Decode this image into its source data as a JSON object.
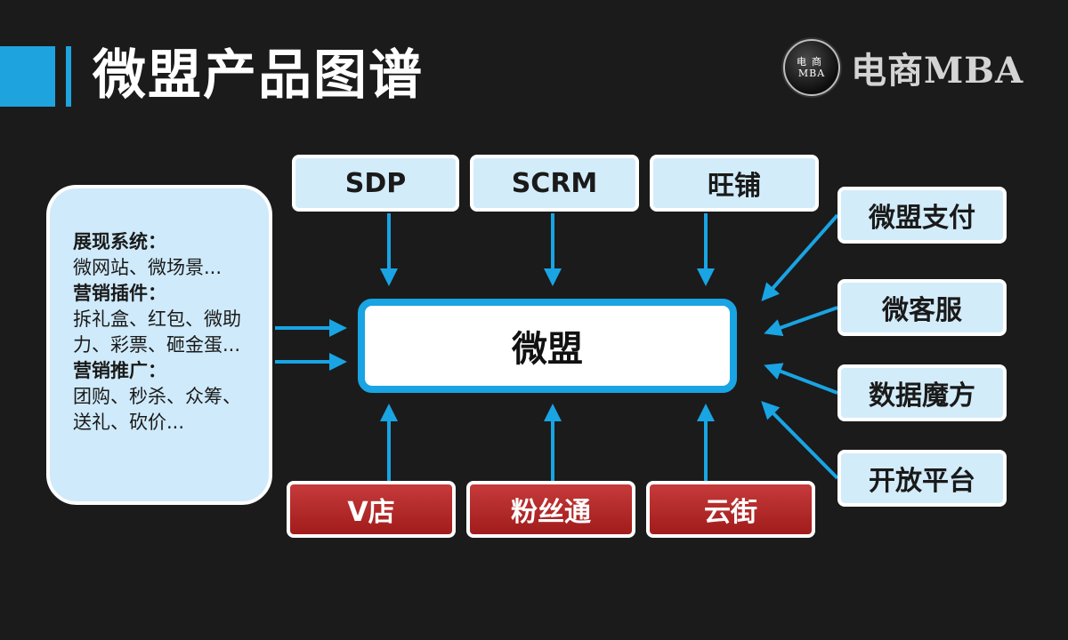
{
  "title": "微盟产品图谱",
  "logo": {
    "circle_line1": "电商",
    "circle_line2": "MBA",
    "text": "电商MBA"
  },
  "center": {
    "label": "微盟"
  },
  "top_boxes": [
    "SDP",
    "SCRM",
    "旺铺"
  ],
  "bottom_boxes": [
    "V店",
    "粉丝通",
    "云街"
  ],
  "right_boxes": [
    "微盟支付",
    "微客服",
    "数据魔方",
    "开放平台"
  ],
  "left_panel": {
    "sections": [
      {
        "title": "展现系统：",
        "text": "微网站、微场景..."
      },
      {
        "title": "营销插件：",
        "text": "拆礼盒、红包、微助力、彩票、砸金蛋..."
      },
      {
        "title": "营销推广：",
        "text": "团购、秒杀、众筹、送礼、砍价..."
      }
    ]
  },
  "colors": {
    "accent": "#1fa3de",
    "arrow": "#19a4e3",
    "box_light": "#d3ecfa",
    "box_red": "#b52a2a",
    "background": "#1b1b1b"
  }
}
